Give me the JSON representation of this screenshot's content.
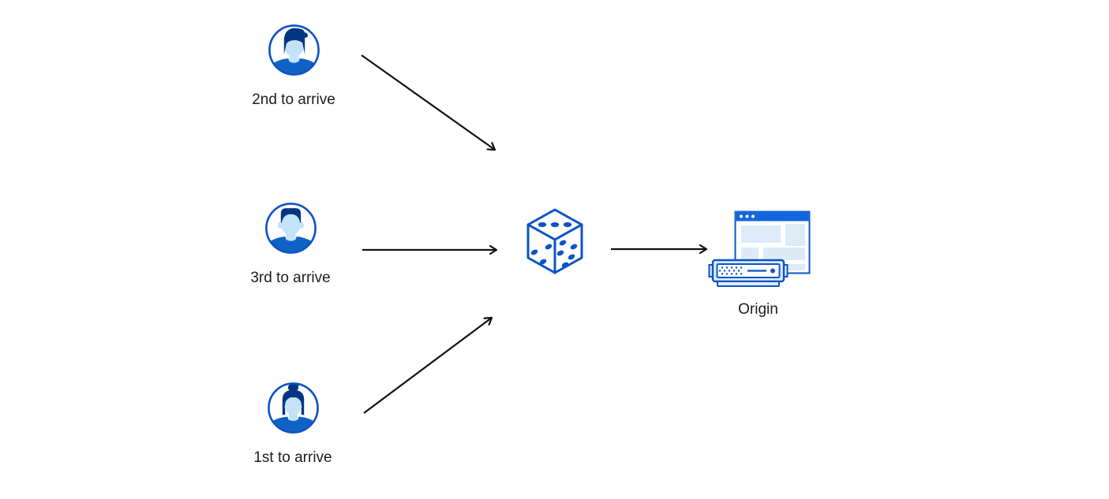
{
  "diagram": {
    "nodes": [
      {
        "id": "second-arrival",
        "label": "2nd to arrive",
        "icon": "male-user-avatar-icon"
      },
      {
        "id": "third-arrival",
        "label": "3rd to arrive",
        "icon": "male-user-avatar-icon"
      },
      {
        "id": "first-arrival",
        "label": "1st to arrive",
        "icon": "female-user-avatar-icon"
      }
    ],
    "hub": {
      "icon": "dice-icon",
      "description": "random selection dice"
    },
    "origin": {
      "label": "Origin",
      "icon": "origin-server-icon"
    },
    "colors": {
      "icon_blue": "#0d53c7",
      "shirt_blue": "#1062c5",
      "hair_navy": "#003682",
      "skin_blue": "#c5e3f6",
      "panel_blue": "#ddebf8",
      "server_frame_blue": "#dcecfa",
      "titlebar_blue": "#1466dd",
      "arrow_black": "#111111",
      "label_color": "#1d1d1f",
      "background": "#ffffff"
    }
  }
}
